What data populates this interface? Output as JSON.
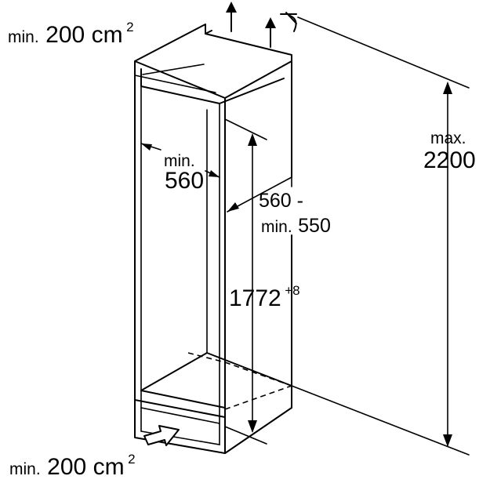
{
  "labels": {
    "top_vent": {
      "prefix": "min.",
      "value": "200",
      "unit": "cm",
      "exp": "2"
    },
    "bottom_vent": {
      "prefix": "min.",
      "value": "200",
      "unit": "cm",
      "exp": "2"
    },
    "width": {
      "prefix": "min.",
      "value": "560"
    },
    "depth": {
      "value": "560 -",
      "prefix": "min.",
      "value2": "550"
    },
    "height": {
      "value": "1772",
      "tolerance": "+8"
    },
    "max_height": {
      "prefix": "max.",
      "value": "2200"
    }
  }
}
